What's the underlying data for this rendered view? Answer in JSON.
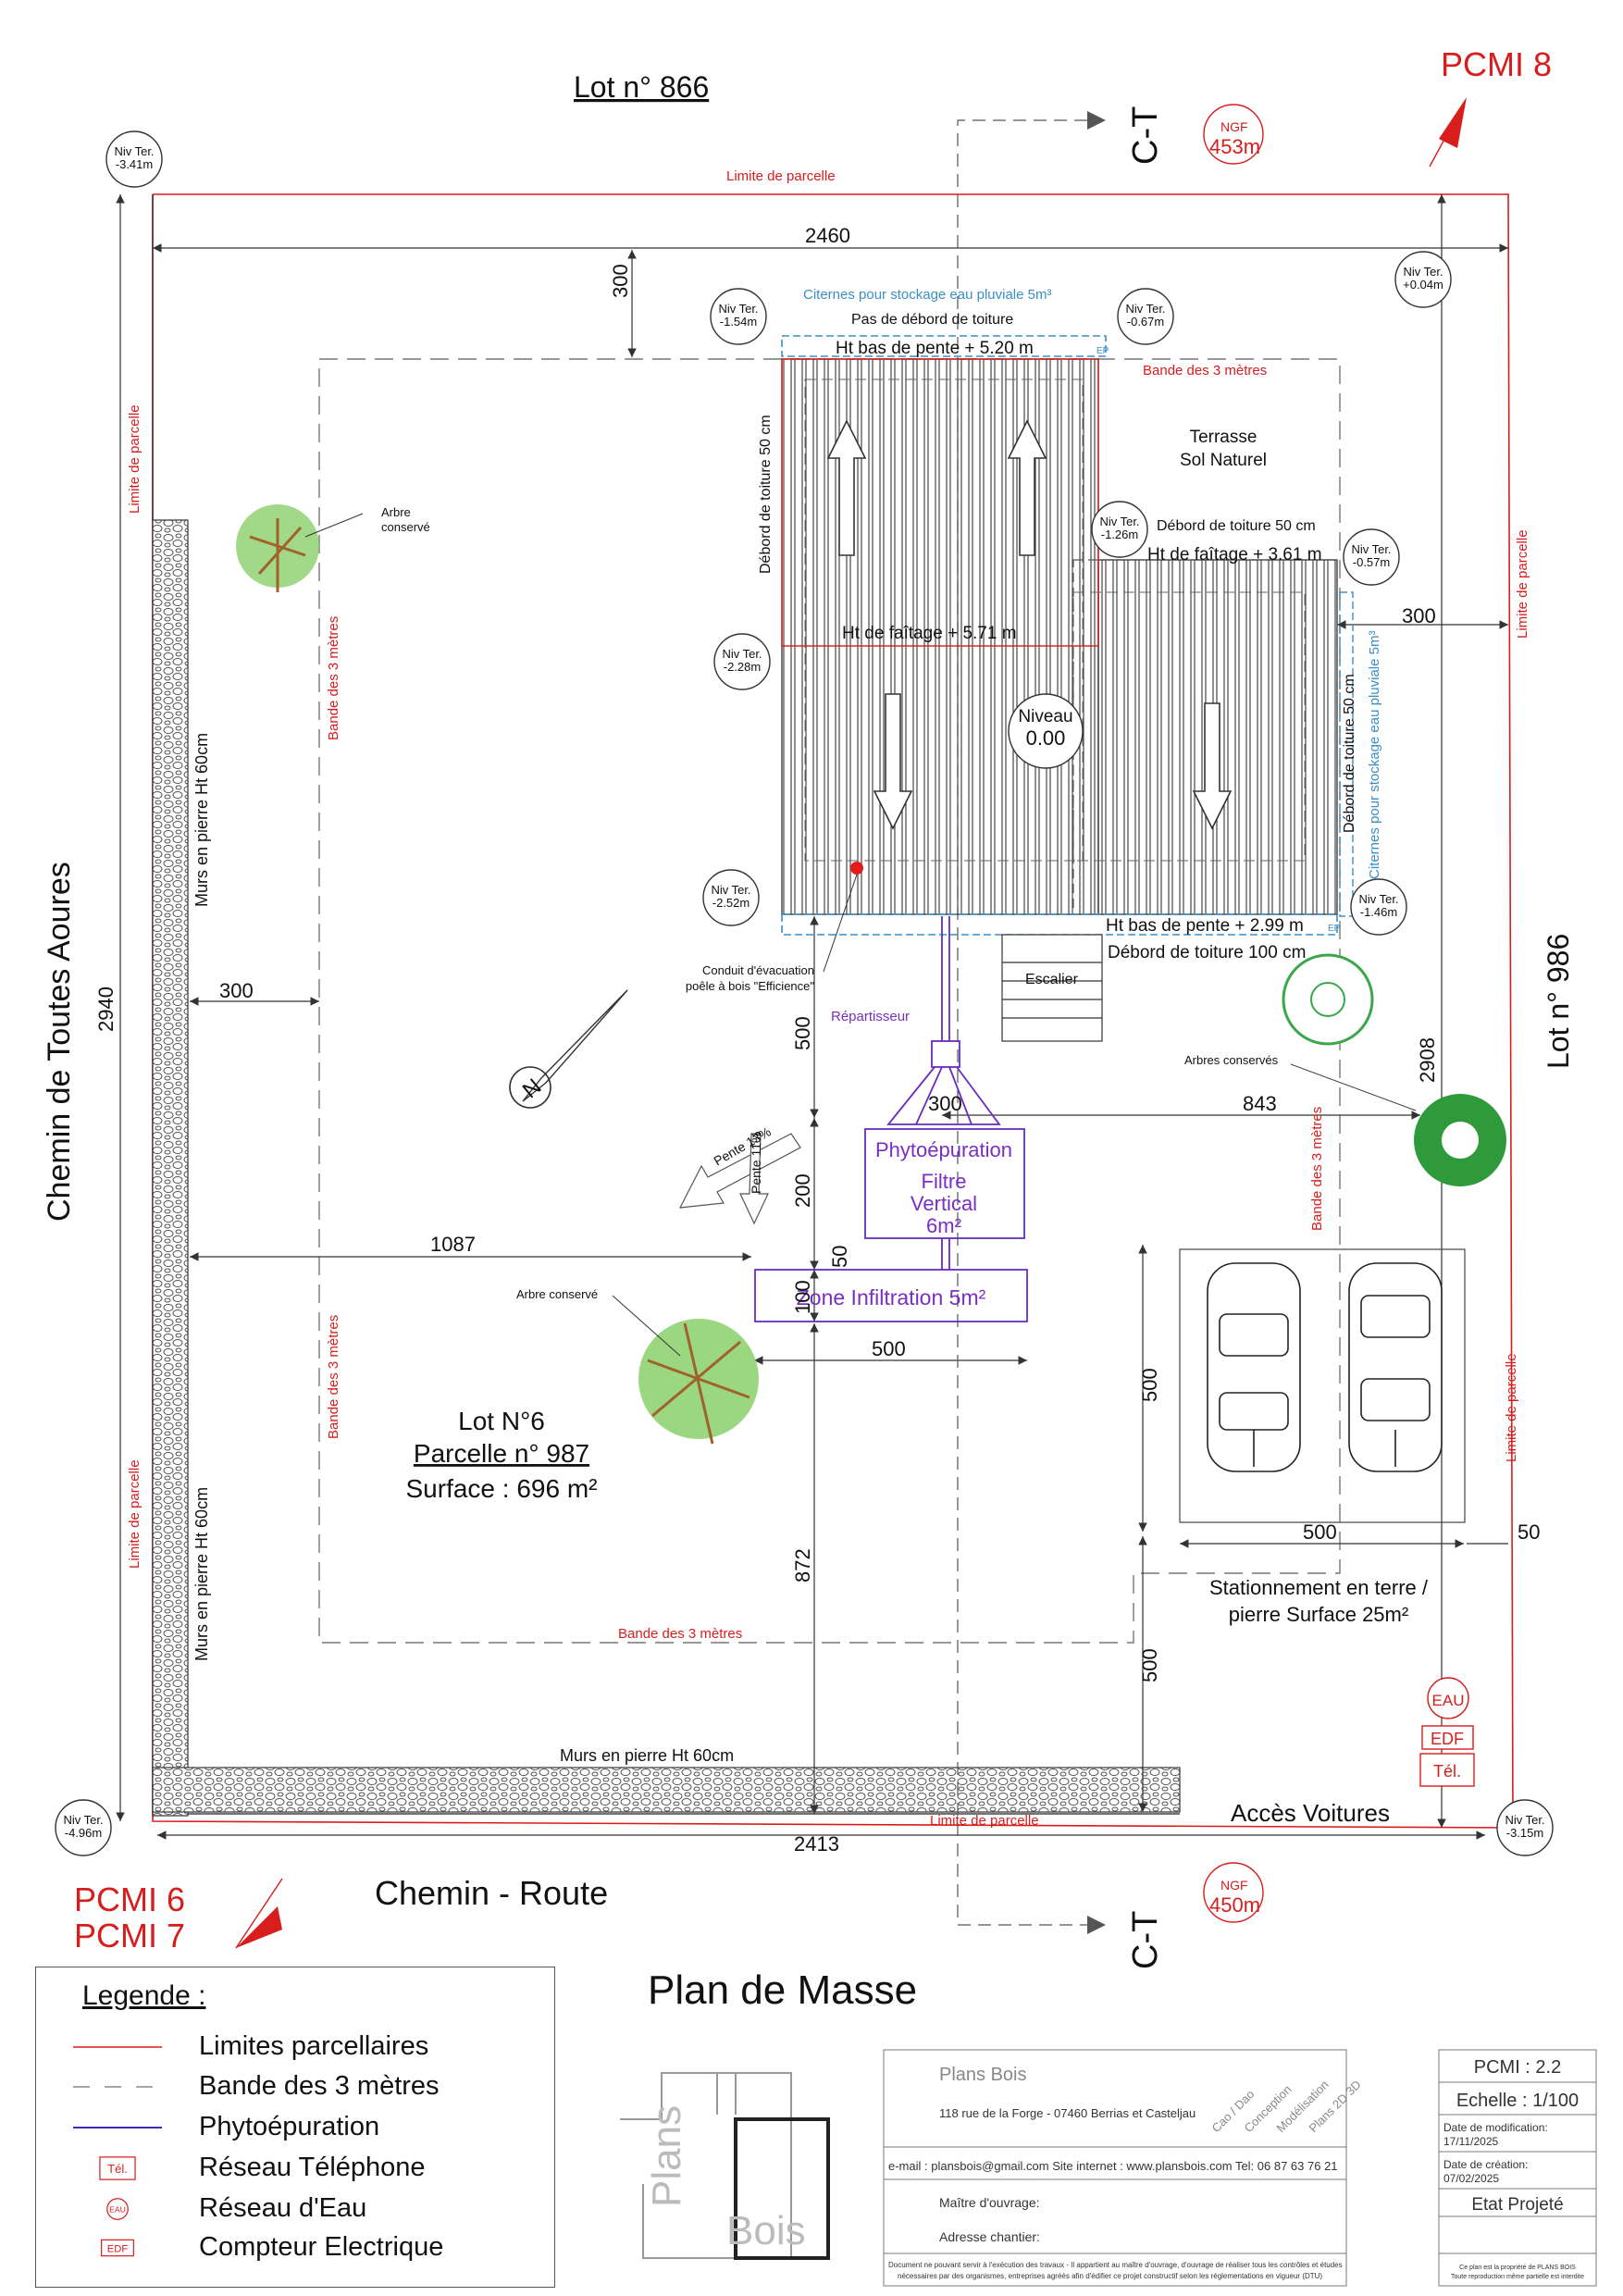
{
  "sheet": {
    "pcmi_top": "PCMI 8",
    "pcmi_bottom_1": "PCMI 6",
    "pcmi_bottom_2": "PCMI 7",
    "title": "Plan de Masse"
  },
  "neighbours": {
    "lot_top": "Lot n° 866",
    "lot_right": "Lot n° 986",
    "road_left": "Chemin de Toutes Aoures",
    "road_bottom": "Chemin - Route",
    "access": "Accès Voitures"
  },
  "section": {
    "top": "C-T",
    "bottom": "C-T"
  },
  "ngf": {
    "label": "NGF",
    "top_value": "453m",
    "bottom_value": "450m"
  },
  "niv_ter": {
    "label": "Niv Ter.",
    "tl": "-3.41m",
    "tr": "+0.04m",
    "bl": "-4.96m",
    "br": "-3.15m",
    "house_tl": "-1.54m",
    "house_tm": "-0.67m",
    "house_mid": "-1.26m",
    "house_r": "-0.57m",
    "house_l": "-2.28m",
    "house_bl": "-2.52m",
    "house_br": "-1.46m"
  },
  "niveau": {
    "label": "Niveau",
    "value": "0.00"
  },
  "labels": {
    "limite_parcelle": "Limite de parcelle",
    "bande_3m": "Bande des 3 mètres",
    "citernes": "Citernes pour stockage eau pluviale 5m³",
    "pas_debord": "Pas de débord de toiture",
    "ht_bas_top": "Ht bas de pente + 5.20 m",
    "ht_bas_bottom": "Ht bas de pente + 2.99 m",
    "ht_faitage_1": "Ht de faîtage + 5.71 m",
    "ht_faitage_2": "Ht de faîtage + 3.61 m",
    "debord_50_left": "Débord de toiture 50 cm",
    "debord_50_mid": "Débord de toiture 50 cm",
    "debord_50_right": "Débord de toiture 50 cm",
    "debord_100": "Débord de toiture 100 cm",
    "ep": "EP",
    "terrasse_1": "Terrasse",
    "terrasse_2": "Sol Naturel",
    "escalier": "Escalier",
    "conduit_1": "Conduit d'évacuation",
    "conduit_2": "poêle à bois \"Efficience\"",
    "repartisseur": "Répartisseur",
    "phyto_1": "Phytoépuration",
    "phyto_2": "Filtre",
    "phyto_3": "Vertical",
    "phyto_4": "6m²",
    "zone_infiltration": "Zone Infiltration 5m²",
    "pente_13": "Pente 13%",
    "pente_11": "Pente 11%",
    "arbre_1": "Arbre",
    "arbre_2": "conservé",
    "arbre_conserve": "Arbre conservé",
    "arbres_conserves": "Arbres conservés",
    "murs_pierre": "Murs en pierre Ht 60cm",
    "lot_1": "Lot N°6",
    "lot_2": "Parcelle n° 987",
    "lot_3": "Surface : 696 m²",
    "stationnement_1": "Stationnement en terre /",
    "stationnement_2": "pierre Surface 25m²",
    "eau": "EAU",
    "edf": "EDF",
    "tel": "Tél.",
    "north": "N"
  },
  "dims": {
    "d2460": "2460",
    "d2413": "2413",
    "d2940": "2940",
    "d2908": "2908",
    "d300_top": "300",
    "d300_right": "300",
    "d300_left": "300",
    "d300_phyto": "300",
    "d843": "843",
    "d1087": "1087",
    "d500_a": "500",
    "d200": "200",
    "d50_a": "50",
    "d100": "100",
    "d500_b": "500",
    "d872": "872",
    "d500_park_v": "500",
    "d500_park_h": "500",
    "d50_b": "50",
    "d500_c": "500"
  },
  "legend": {
    "title": "Legende :",
    "items": [
      {
        "label": "Limites parcellaires",
        "symbol": "red-line"
      },
      {
        "label": "Bande des 3 mètres",
        "symbol": "dashed-line"
      },
      {
        "label": "Phytoépuration",
        "symbol": "purple-line"
      },
      {
        "label": "Réseau Téléphone",
        "symbol": "Tél."
      },
      {
        "label": "Réseau d'Eau",
        "symbol": "EAU"
      },
      {
        "label": "Compteur Electrique",
        "symbol": "EDF"
      }
    ]
  },
  "cartouche": {
    "company": "Plans Bois",
    "address": "118 rue de la Forge - 07460 Berrias et Casteljau",
    "contact": "e-mail : plansbois@gmail.com    Site internet : www.plansbois.com    Tel: 06 87 63 76 21",
    "services": [
      "Cao / Dao",
      "Conception",
      "Modélisation",
      "Plans 2D 3D"
    ],
    "maitre": "Maître d'ouvrage:",
    "adresse_chantier": "Adresse chantier:",
    "disclaimer_1": "Document ne pouvant servir à l'exécution des travaux - Il appartient au maître d'ouvrage, d'ouvrage de réaliser tous les contrôles et études",
    "disclaimer_2": "nécessaires par des organismes, entreprises agréés afin d'édifier ce projet constructif selon les réglementations en vigueur (DTU)",
    "pcmi": "PCMI :  2.2",
    "echelle": "Echelle : 1/100",
    "date_modif_label": "Date de modification:",
    "date_modif": "17/11/2025",
    "date_creation_label": "Date de création:",
    "date_creation": "07/02/2025",
    "etat": "Etat Projeté",
    "propriete_1": "Ce plan est la propriété de PLANS BOIS",
    "propriete_2": "Toute reproduction même partielle est interdite",
    "logo_1": "Plans",
    "logo_2": "Bois"
  },
  "colors": {
    "limit_red": "#d81d1d",
    "phyto_purple": "#6a2bbf",
    "citerne_blue": "#3a8fc8",
    "tree_green": "#3aa84a"
  }
}
